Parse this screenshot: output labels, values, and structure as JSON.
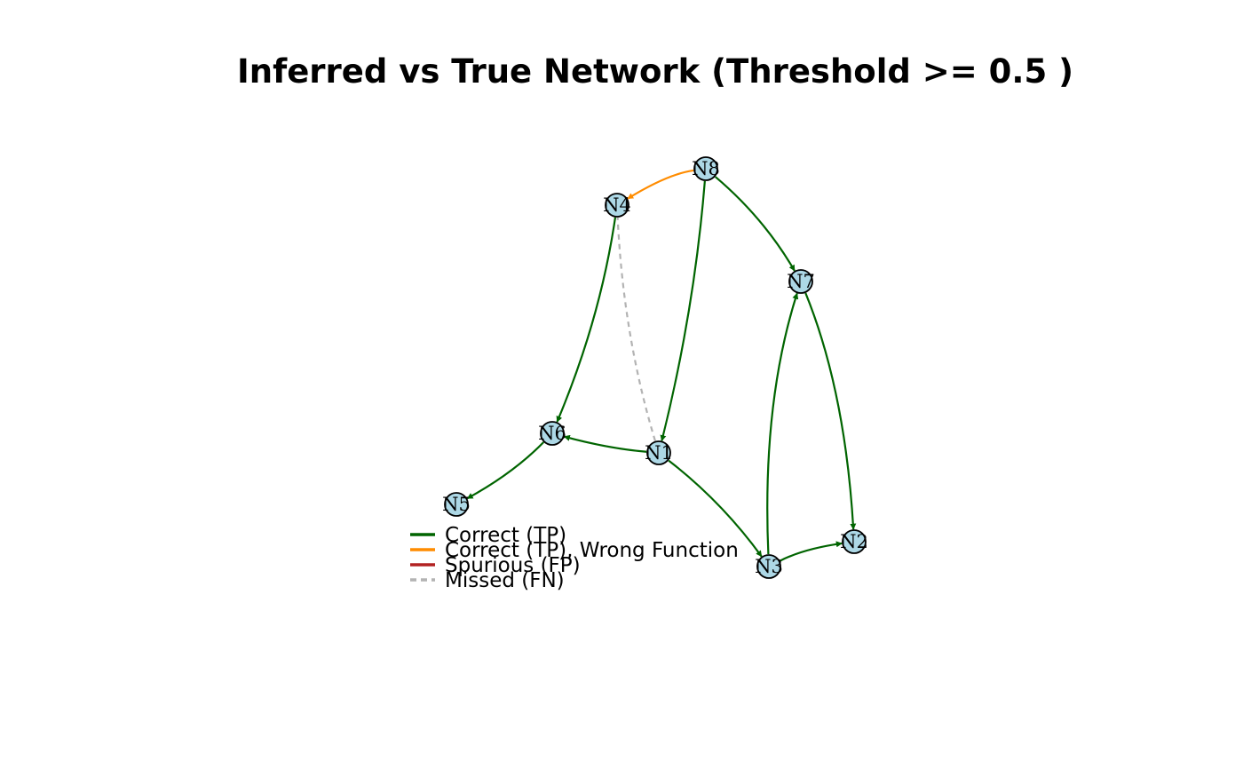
{
  "title": "Inferred vs True Network (Threshold >= 0.5 )",
  "colors": {
    "correct": "#006400",
    "wrong_function": "#ff8c00",
    "spurious": "#b22222",
    "missed": "#b3b3b3",
    "node_fill": "#add8e6",
    "node_stroke": "#000000"
  },
  "nodes": [
    {
      "id": "N1",
      "label": "N1"
    },
    {
      "id": "N2",
      "label": "N2"
    },
    {
      "id": "N3",
      "label": "N3"
    },
    {
      "id": "N4",
      "label": "N4"
    },
    {
      "id": "N5",
      "label": "N5"
    },
    {
      "id": "N6",
      "label": "N6"
    },
    {
      "id": "N7",
      "label": "N7"
    },
    {
      "id": "N8",
      "label": "N8"
    }
  ],
  "edges": [
    {
      "from": "N8",
      "to": "N4",
      "status": "wrong_function"
    },
    {
      "from": "N8",
      "to": "N7",
      "status": "correct"
    },
    {
      "from": "N8",
      "to": "N1",
      "status": "correct"
    },
    {
      "from": "N4",
      "to": "N6",
      "status": "correct"
    },
    {
      "from": "N1",
      "to": "N4",
      "status": "missed"
    },
    {
      "from": "N1",
      "to": "N6",
      "status": "correct"
    },
    {
      "from": "N6",
      "to": "N5",
      "status": "correct"
    },
    {
      "from": "N1",
      "to": "N3",
      "status": "correct"
    },
    {
      "from": "N3",
      "to": "N7",
      "status": "correct"
    },
    {
      "from": "N7",
      "to": "N2",
      "status": "correct"
    },
    {
      "from": "N3",
      "to": "N2",
      "status": "correct"
    }
  ],
  "legend": [
    {
      "label": "Correct (TP)",
      "status": "correct"
    },
    {
      "label": "Correct (TP), Wrong Function",
      "status": "wrong_function"
    },
    {
      "label": "Spurious (FP)",
      "status": "spurious"
    },
    {
      "label": "Missed (FN)",
      "status": "missed"
    }
  ]
}
